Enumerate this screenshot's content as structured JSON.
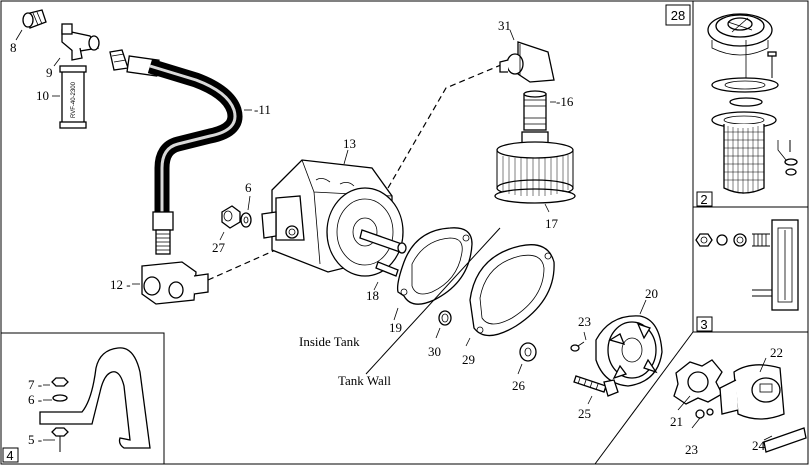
{
  "figure": {
    "callouts": {
      "p8": "8",
      "p9": "9",
      "p10": "10",
      "p11": "-11",
      "p12": "12 -",
      "p13": "13",
      "p6": "6",
      "p27": "27",
      "p18": "18",
      "p19": "19",
      "p31": "31",
      "p16": "-16",
      "p17": "17",
      "p30": "30",
      "p29": "29",
      "p26": "26",
      "p23": "23",
      "p20": "20",
      "p25": "25"
    },
    "valve_marking": "RVF-40-2300",
    "text_labels": {
      "inside_tank": "Inside Tank",
      "tank_wall": "Tank Wall"
    },
    "insets": {
      "box28": {
        "number": "28"
      },
      "box2": {
        "number": "2"
      },
      "box3": {
        "number": "3"
      },
      "box4": {
        "number": "4",
        "callouts": {
          "p7": "7 -",
          "p6": "6 -",
          "p5": "5 -"
        }
      },
      "coupling": {
        "callouts": {
          "p21": "21",
          "p22": "22",
          "p23": "23",
          "p24": "24"
        }
      }
    }
  }
}
